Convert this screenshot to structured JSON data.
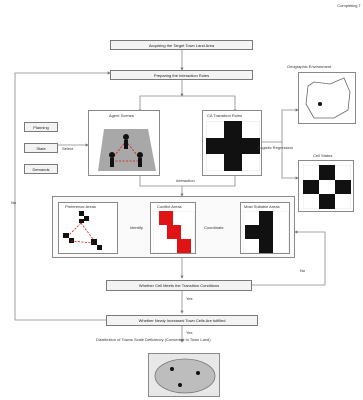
{
  "header": {
    "corner_text": "Completing T"
  },
  "steps": {
    "s1": "Acquiring the Target Town Land Area",
    "s2": "Preparing the Interaction Rules",
    "s3": "Whether Cell Meets the Transition Conditions",
    "s4": "Whether Newly Increased Town Cells Are fulfilled",
    "s5": "Distribution of Towns Scale Deficiency (Converted to Town Land)"
  },
  "panels": {
    "agent_title": "Agent Scenes",
    "ca_title": "CA Transition Rules",
    "geo_title": "Geographic Environment",
    "cell_title": "Cell States",
    "pref_title": "Preference Areas",
    "conflict_title": "Conflict Areas",
    "suitable_title": "Most Suitable Areas"
  },
  "agents": [
    "Planning",
    "State",
    "Demands"
  ],
  "labels": {
    "select": "Select",
    "logistic": "Logistic Regression",
    "interaction": "Interaction",
    "identify": "Identify",
    "coordinate": "Coordinate",
    "yes1": "Yes",
    "yes2": "Yes",
    "no_left": "No",
    "no_right": "No"
  },
  "colors": {
    "red": "#e01414",
    "black": "#111111",
    "panel_gray": "#a8a8a8"
  }
}
